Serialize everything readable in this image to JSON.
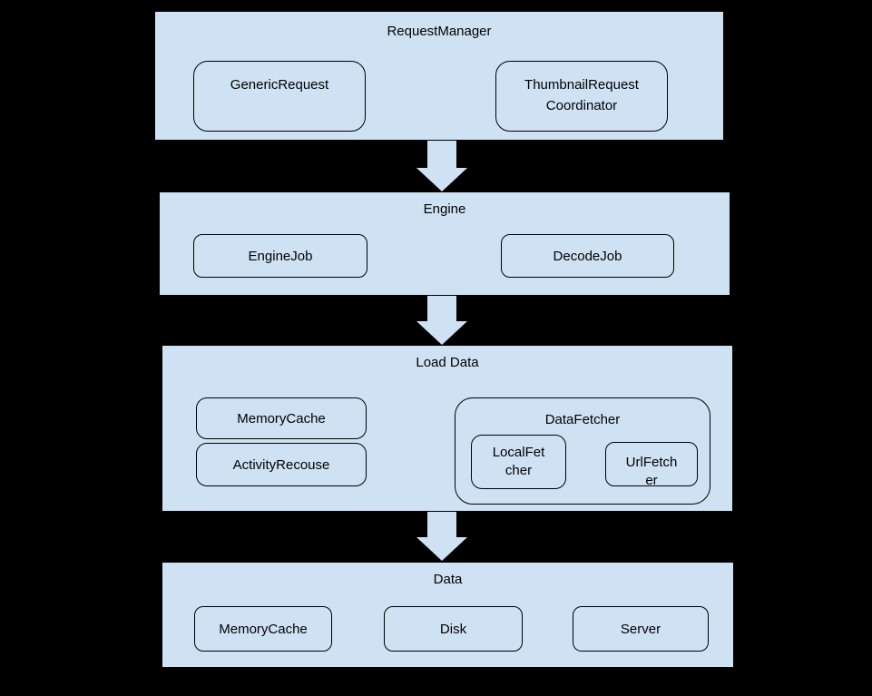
{
  "colors": {
    "background": "#000000",
    "block_fill": "#cfe2f3",
    "arrow_fill": "#cfe2f3",
    "border": "#000000",
    "text": "#000000"
  },
  "icons": {
    "flow_arrow": "arrow-down"
  },
  "layers": {
    "request_manager": {
      "title": "RequestManager",
      "boxes": {
        "generic_request": "GenericRequest",
        "thumbnail_request_coordinator": "ThumbnailRequest Coordinator"
      }
    },
    "engine": {
      "title": "Engine",
      "boxes": {
        "engine_job": "EngineJob",
        "decode_job": "DecodeJob"
      }
    },
    "load_data": {
      "title": "Load Data",
      "boxes": {
        "memory_cache": "MemoryCache",
        "activity_recouse": "ActivityRecouse",
        "data_fetcher": {
          "title": "DataFetcher",
          "boxes": {
            "local_fetcher": "LocalFet\ncher",
            "url_fetcher": "UrlFetch\ner"
          }
        }
      }
    },
    "data": {
      "title": "Data",
      "boxes": {
        "memory_cache": "MemoryCache",
        "disk": "Disk",
        "server": "Server"
      }
    }
  }
}
